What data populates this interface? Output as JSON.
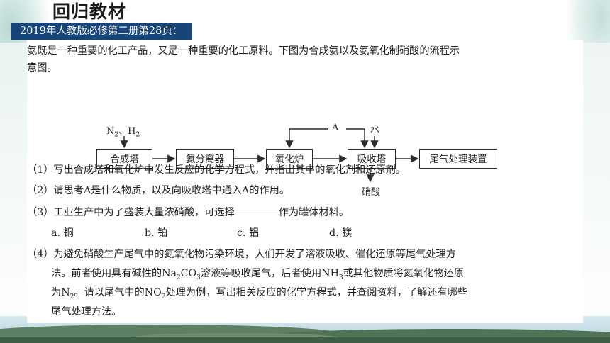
{
  "header": {
    "title": "回归教材",
    "source": "2019年人教版必修第二册第28页："
  },
  "intro": {
    "line1": "氨既是一种重要的化工产品，又是一种重要的化工原料。下图为合成氨以及氨氧化制硝酸的流程示",
    "line2": "意图。"
  },
  "diagram": {
    "input_n2": "N",
    "input_sep": "、",
    "input_h2": "H",
    "sub2": "2",
    "input_a": "A",
    "input_water": "水",
    "output": "硝酸",
    "boxes": [
      "合成塔",
      "氨分离器",
      "氧化炉",
      "吸收塔",
      "尾气处理装置"
    ]
  },
  "questions": {
    "q1": "（1）写出合成塔和氧化炉中发生反应的化学方程式，并指出其中的氧化剂和还原剂。",
    "q2": "（2）请思考A是什么物质，以及向吸收塔中通入A的作用。",
    "q3_a": "（3）工业生产中为了盛装大量浓硝酸，可选择",
    "q3_b": "作为罐体材料。",
    "q3_options": [
      "a. 铜",
      "b. 铂",
      "c. 铝",
      "d. 镁"
    ],
    "q4_l1": "（4）为避免硝酸生产尾气中的氮氧化物污染环境，人们开发了溶液吸收、催化还原等尾气处理方",
    "q4_l2_a": "法。前者使用具有碱性的Na",
    "q4_l2_sub2": "2",
    "q4_l2_b": "CO",
    "q4_l2_sub3": "3",
    "q4_l2_c": "溶液等吸收尾气，后者使用NH",
    "q4_l2_d": "或其他物质将氮氧化物还原",
    "q4_l3_a": "为N",
    "q4_l3_b": "。请以尾气中的NO",
    "q4_l3_c": "处理为例，写出相关反应的化学方程式，并查阅资料，了解还有哪些",
    "q4_l4": "尾气处理方法。"
  },
  "colors": {
    "source_bar": "#17457a",
    "text": "#222222"
  }
}
